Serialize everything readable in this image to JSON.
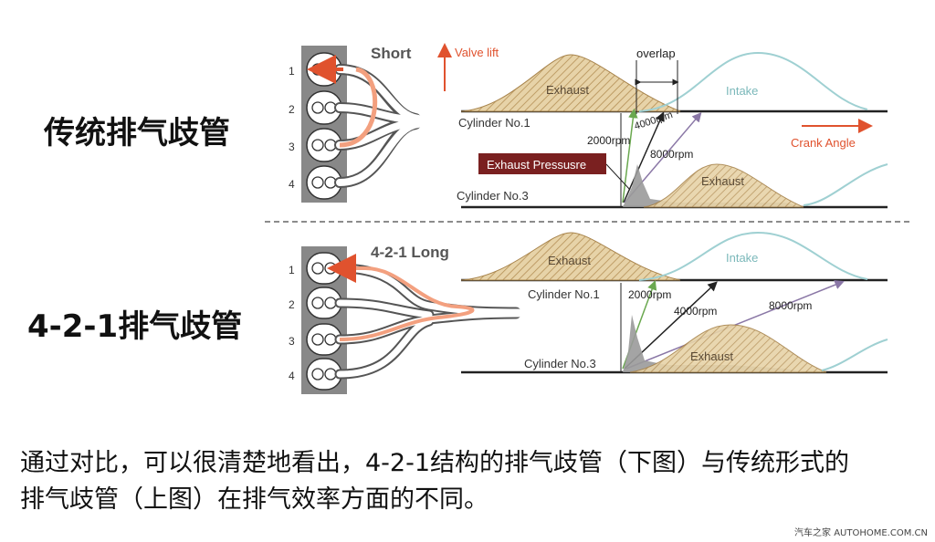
{
  "titles": {
    "traditional": "传统排气歧管",
    "four_two_one": "4-2-1排气歧管"
  },
  "caption": {
    "line1": "通过对比，可以很清楚地看出，4-2-1结构的排气歧管（下图）与传统形式的",
    "line2": "排气歧管（上图）在排气效率方面的不同。"
  },
  "watermark": "汽车之家 AUTOHOME.COM.CN",
  "top_diagram": {
    "manifold_label": "Short",
    "cylinder_numbers": [
      "1",
      "2",
      "3",
      "4"
    ],
    "valve_lift_label": "Valve lift",
    "overlap_label": "overlap",
    "exhaust_label_1": "Exhaust",
    "intake_label": "Intake",
    "cylinder1_label": "Cylinder No.1",
    "cylinder3_label": "Cylinder No.3",
    "rpm_2000": "2000rpm",
    "rpm_4000": "4000rpm",
    "rpm_8000": "8000rpm",
    "crank_angle_label": "Crank Angle",
    "exhaust_pressure_label": "Exhaust Pressusre",
    "exhaust_label_3": "Exhaust"
  },
  "bottom_diagram": {
    "manifold_label": "4-2-1 Long",
    "cylinder_numbers": [
      "1",
      "2",
      "3",
      "4"
    ],
    "exhaust_label_1": "Exhaust",
    "intake_label": "Intake",
    "cylinder1_label": "Cylinder No.1",
    "cylinder3_label": "Cylinder No.3",
    "rpm_2000": "2000rpm",
    "rpm_4000": "4000rpm",
    "rpm_8000": "8000rpm",
    "exhaust_label_3": "Exhaust"
  },
  "colors": {
    "accent": "#e0522e",
    "pipe_highlight": "#f3a07f",
    "exhaust_fill": "#dcc79a",
    "intake_line": "#9fd0d2",
    "pressure_box": "#7a2020",
    "rpm_2000": "#6aa84f",
    "rpm_8000": "#8a77a6"
  }
}
